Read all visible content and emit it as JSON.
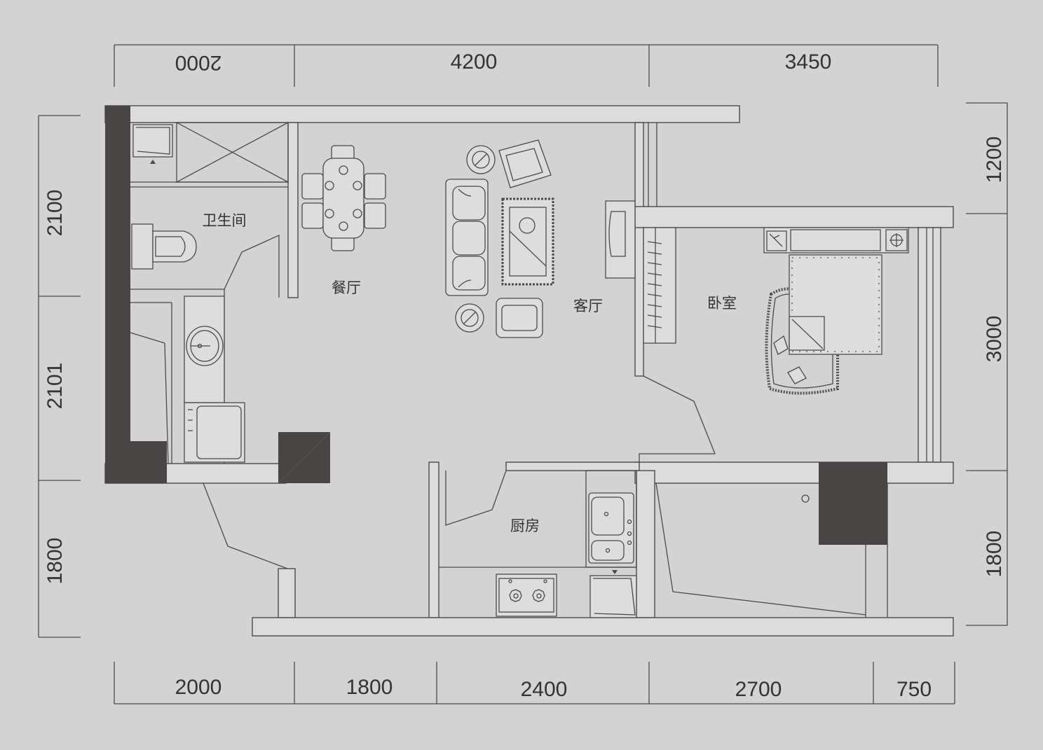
{
  "dimensions": {
    "top": [
      "2000",
      "4200",
      "3450"
    ],
    "bottom": [
      "2000",
      "1800",
      "2400",
      "2700",
      "750"
    ],
    "left": [
      "2100",
      "2101",
      "1800"
    ],
    "right": [
      "1200",
      "3000",
      "1800"
    ]
  },
  "rooms": {
    "bathroom": "卫生间",
    "dining": "餐厅",
    "living": "客厅",
    "bedroom": "卧室",
    "kitchen": "厨房"
  },
  "colors": {
    "background": "#d3d3d3",
    "line": "#4a4a4a",
    "structural_column": "#4a4545"
  }
}
